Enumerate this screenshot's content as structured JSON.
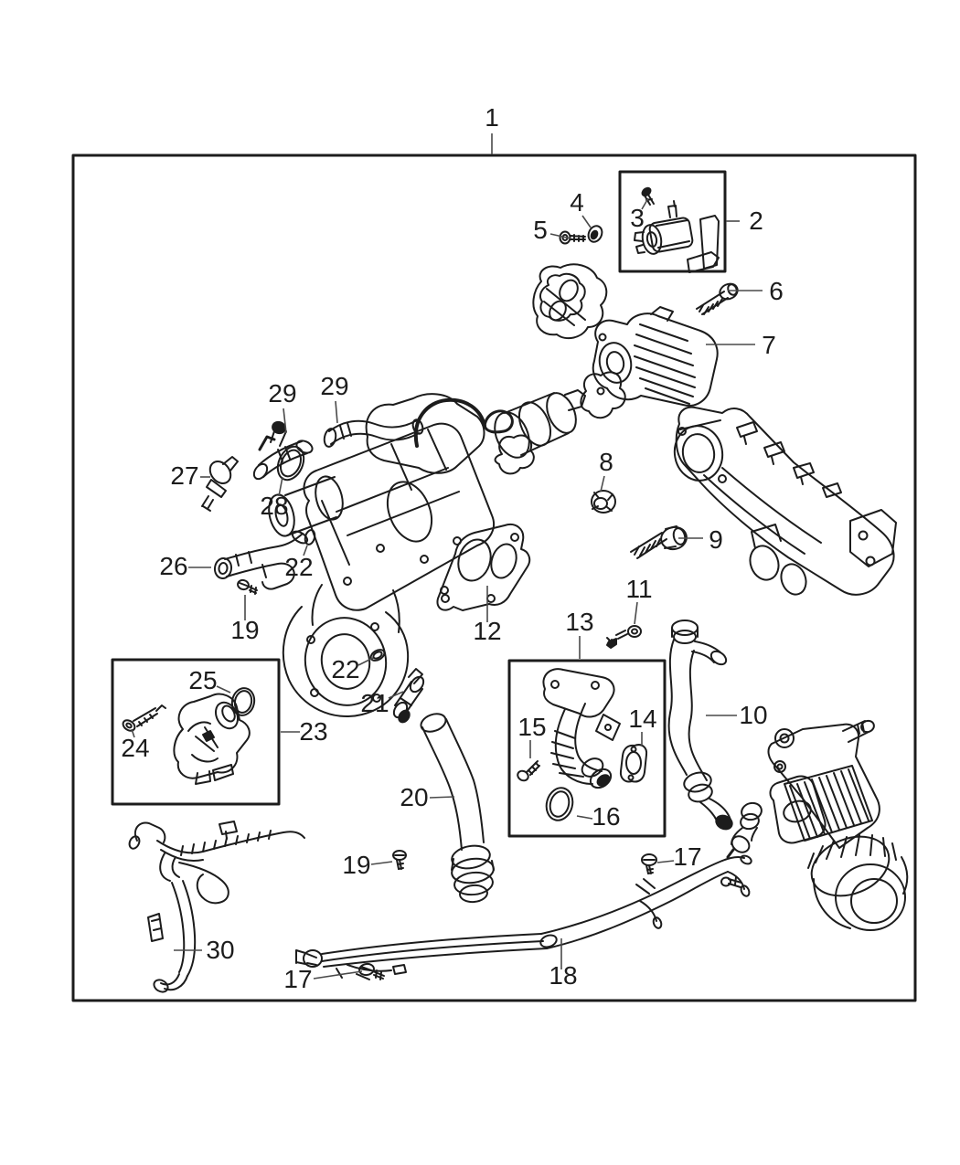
{
  "diagram": {
    "kind": "exploded-parts-diagram",
    "description": "EGR valve, cooler, hoses and related hardware exploded view with numbered callouts",
    "background_color": "#ffffff",
    "line_color": "#1c1c1c"
  },
  "callouts": [
    {
      "label": "1"
    },
    {
      "label": "2"
    },
    {
      "label": "3"
    },
    {
      "label": "4"
    },
    {
      "label": "5"
    },
    {
      "label": "6"
    },
    {
      "label": "7"
    },
    {
      "label": "8"
    },
    {
      "label": "9"
    },
    {
      "label": "10"
    },
    {
      "label": "11"
    },
    {
      "label": "12"
    },
    {
      "label": "13"
    },
    {
      "label": "14"
    },
    {
      "label": "15"
    },
    {
      "label": "16"
    },
    {
      "label": "17"
    },
    {
      "label": "17"
    },
    {
      "label": "18"
    },
    {
      "label": "19"
    },
    {
      "label": "19"
    },
    {
      "label": "20"
    },
    {
      "label": "21"
    },
    {
      "label": "22"
    },
    {
      "label": "22"
    },
    {
      "label": "23"
    },
    {
      "label": "24"
    },
    {
      "label": "25"
    },
    {
      "label": "26"
    },
    {
      "label": "27"
    },
    {
      "label": "28"
    },
    {
      "label": "29"
    },
    {
      "label": "29"
    },
    {
      "label": "30"
    }
  ]
}
